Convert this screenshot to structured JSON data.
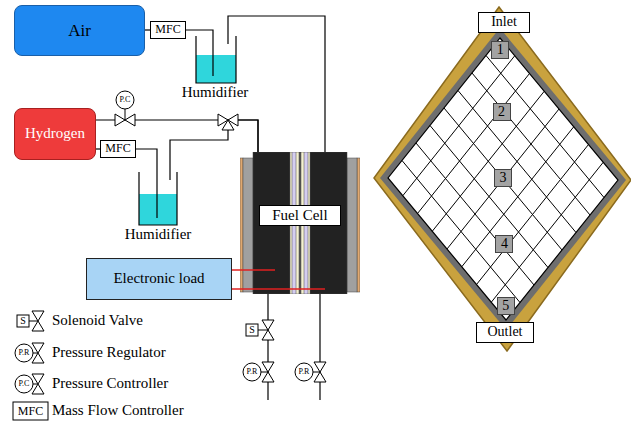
{
  "diagram": {
    "nodes": [
      {
        "text": [
          "Air"
        ]
      },
      {
        "text": [
          "MFC"
        ]
      },
      {
        "text": [
          "Humidifier"
        ]
      },
      {
        "text": [
          "Hydrogen"
        ]
      },
      {
        "text": [
          "MFC"
        ]
      },
      {
        "text": [
          "Humidifier"
        ]
      },
      {
        "text": [
          "Fuel Cell"
        ]
      },
      {
        "text": [
          "Electronic load"
        ]
      },
      {
        "text": [
          "Inlet"
        ]
      },
      {
        "text": [
          "Outlet"
        ]
      }
    ],
    "edges": [
      {
        "from": 0,
        "to": 1,
        "arrow": "none"
      },
      {
        "from": 1,
        "to": 2,
        "arrow": "none"
      },
      {
        "from": 2,
        "to": 6,
        "arrow": "none"
      },
      {
        "from": 3,
        "to": 4,
        "arrow": "none"
      },
      {
        "from": 4,
        "to": 5,
        "arrow": "none"
      },
      {
        "from": 5,
        "to": 6,
        "arrow": "none"
      },
      {
        "from": 3,
        "to": 6,
        "arrow": "none"
      },
      {
        "from": 7,
        "to": 6,
        "arrow": "none"
      },
      {
        "from": 7,
        "to": 6,
        "arrow": "none"
      }
    ],
    "labels": [
      "P.C",
      "S",
      "P.R",
      "P.R",
      "1",
      "2",
      "3",
      "4",
      "5",
      "S",
      "P.R",
      "P.C",
      "MFC"
    ],
    "legend": [
      {
        "text": "Solenoid Valve"
      },
      {
        "text": "Pressure Regulator"
      },
      {
        "text": "Pressure Controller"
      },
      {
        "text": "Mass Flow Controller"
      }
    ]
  }
}
